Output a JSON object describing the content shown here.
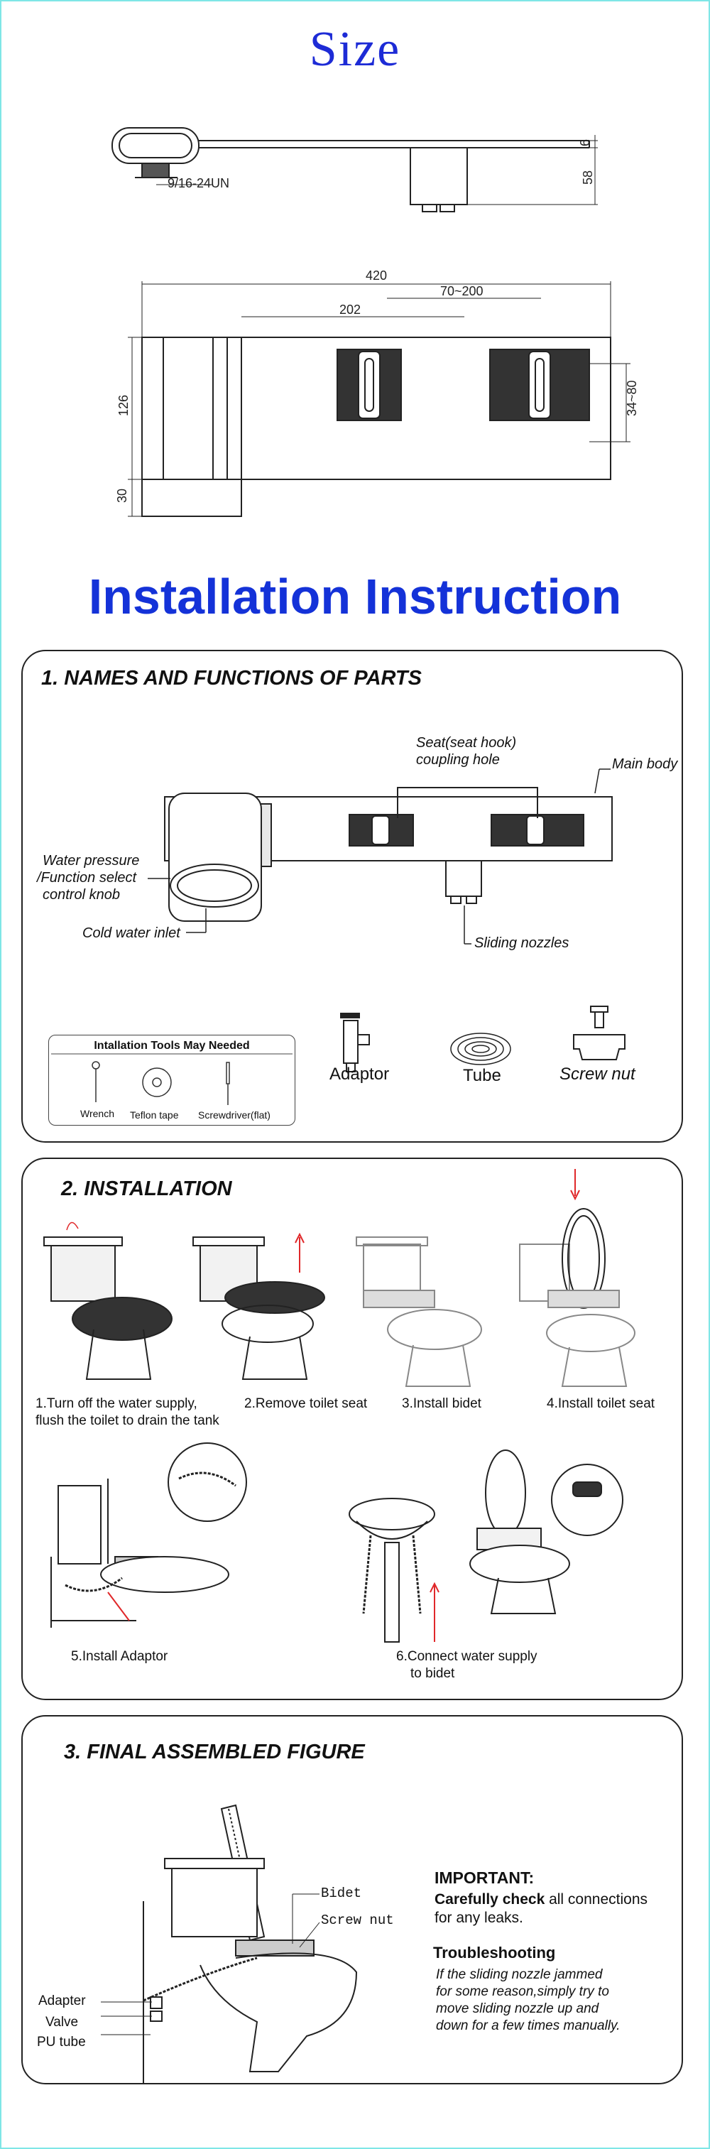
{
  "size_section": {
    "title": "Size",
    "dims": {
      "thread": "9/16-24UN",
      "d6": "6",
      "d58": "58",
      "d420": "420",
      "d70_200": "70~200",
      "d202": "202",
      "d126": "126",
      "d30": "30",
      "d34_80": "34~80"
    }
  },
  "installation_title": "Installation Instruction",
  "section1": {
    "title": "1. NAMES AND FUNCTIONS OF PARTS",
    "labels": {
      "seat_hook_1": "Seat(seat hook)",
      "seat_hook_2": "coupling hole",
      "main_body": "Main body",
      "water_pressure_1": "Water pressure",
      "water_pressure_2": "/Function select",
      "water_pressure_3": "control knob",
      "cold_water_inlet": "Cold water inlet",
      "sliding_nozzles": "Sliding nozzles"
    },
    "tools": {
      "title": "Intallation Tools May Needed",
      "wrench": "Wrench",
      "teflon": "Teflon tape",
      "screwdriver": "Screwdriver(flat)"
    },
    "parts": {
      "adaptor": "Adaptor",
      "tube": "Tube",
      "screw_nut": "Screw nut"
    }
  },
  "section2": {
    "title": "2. INSTALLATION",
    "steps": {
      "s1a": "1.Turn off the water supply,",
      "s1b": "flush the toilet to drain the tank",
      "s2": "2.Remove  toilet seat",
      "s3": "3.Install bidet",
      "s4": "4.Install toilet seat",
      "s5": "5.Install Adaptor",
      "s6a": "6.Connect water supply",
      "s6b": "to bidet"
    }
  },
  "section3": {
    "title": "3. FINAL ASSEMBLED FIGURE",
    "labels": {
      "bidet": "Bidet",
      "screw_nut": "Screw nut",
      "adapter": "Adapter",
      "valve": "Valve",
      "pu_tube": "PU tube"
    },
    "important_title": "IMPORTANT:",
    "important_bold": "Carefully check",
    "important_rest1": " all connections",
    "important_rest2": "for any leaks.",
    "troubleshooting_title": "Troubleshooting",
    "troubleshooting_1": "If the sliding nozzle jammed",
    "troubleshooting_2": "for some reason,simply try to",
    "troubleshooting_3": "move sliding nozzle up and",
    "troubleshooting_4": "down for a few times manually."
  },
  "colors": {
    "title_blue": "#1d2bd6",
    "arrow_red": "#e0282a",
    "frame": "#7fe6e6"
  }
}
